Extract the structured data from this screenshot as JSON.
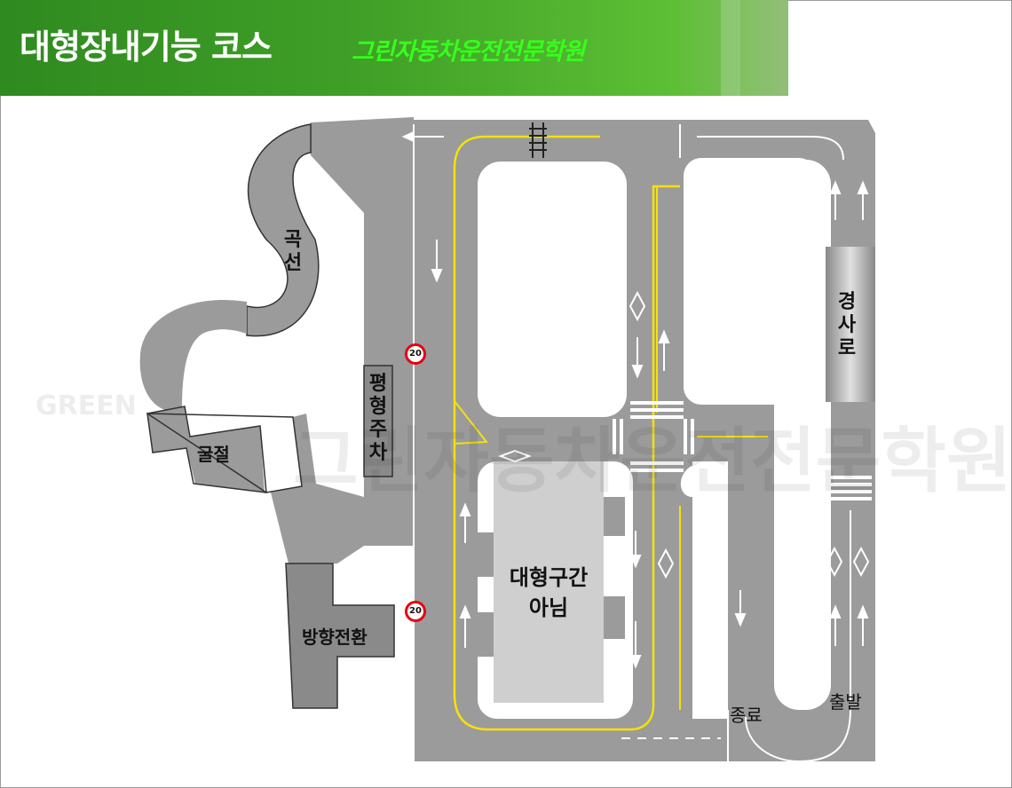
{
  "header": {
    "title": "대형장내기능 코스",
    "subtitle": "그린자동차운전전문학원",
    "colors": {
      "header_start": "#2f8a1f",
      "header_end": "#8ab96c",
      "subtitle": "#36ff1d"
    }
  },
  "map": {
    "colors": {
      "road": "#9b9b9b",
      "island": "#ffffff",
      "yellow_line": "#f5e10a",
      "obstacle": "#7f7f7f",
      "non_large_area": "#cfcfcf"
    },
    "labels": {
      "curve": "곡선",
      "crank": "굴절",
      "parallel_parking": "평형주차",
      "turnaround": "방향전환",
      "not_large": "대형구간 아님",
      "not_large_line1": "대형구간",
      "not_large_line2": "아님",
      "slope": "경사로",
      "end": "종료",
      "start": "출발"
    },
    "speed_signs": [
      "20",
      "20"
    ],
    "watermark": {
      "logo_text": "GREEN",
      "text": "그린자동차운전전문학원"
    }
  }
}
